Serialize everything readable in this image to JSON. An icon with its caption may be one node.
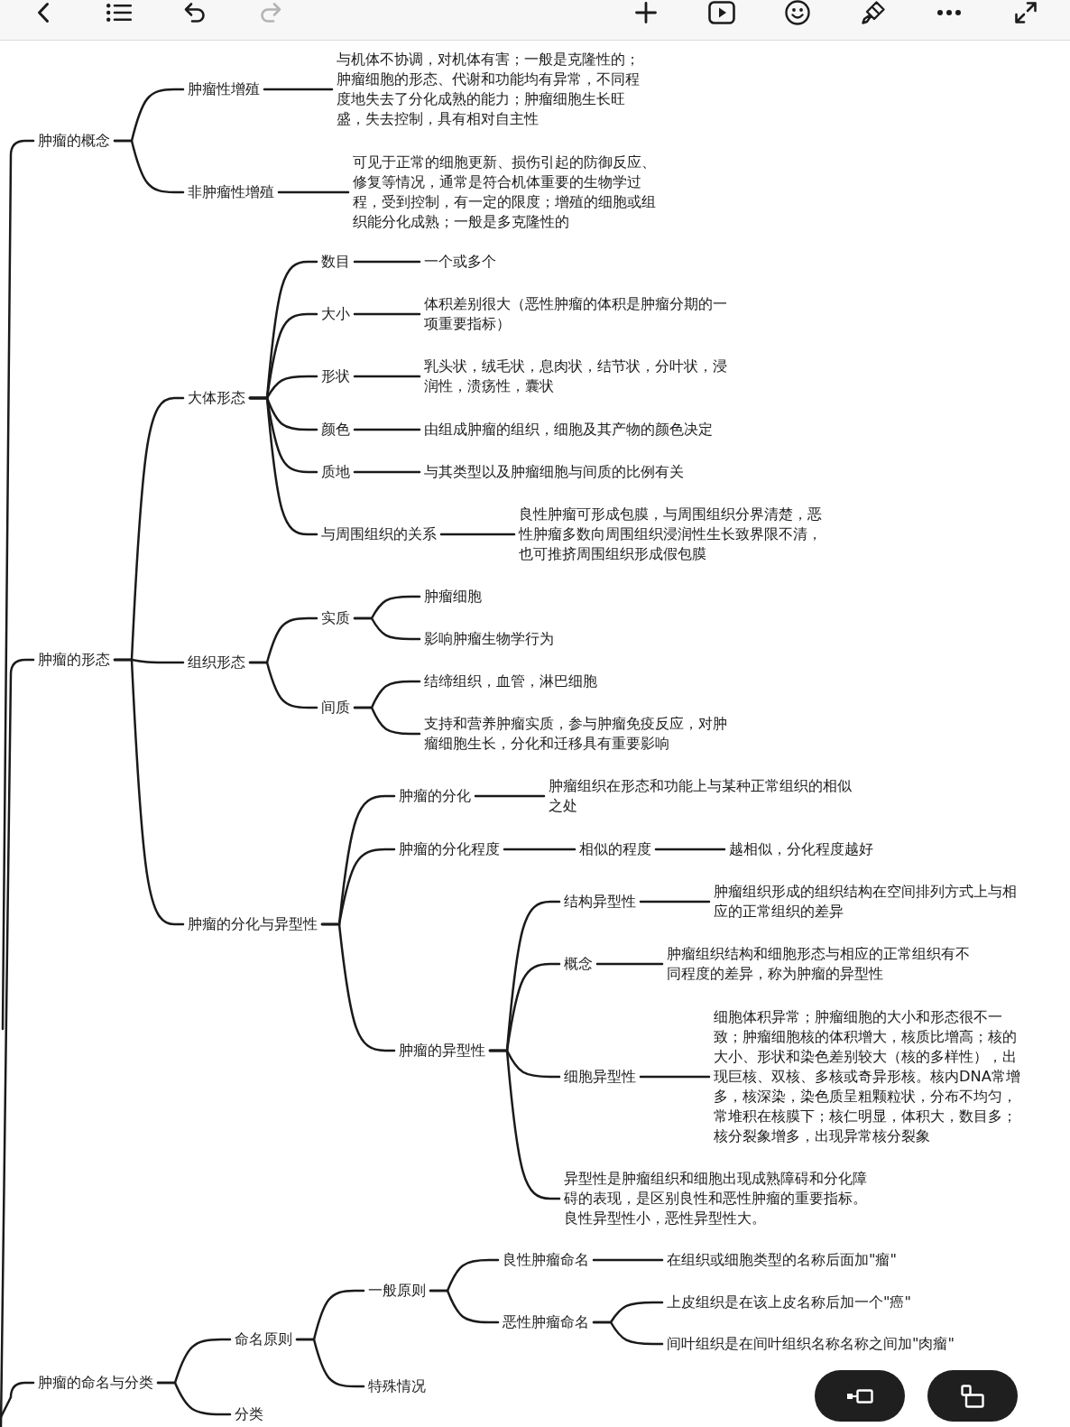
{
  "diagram": {
    "nodes": [
      {
        "text": [
          "肿瘤的概念"
        ]
      },
      {
        "text": [
          "肿瘤性增殖"
        ]
      },
      {
        "text": [
          "与机体不协调，对机体有害；一般是克隆性的；肿瘤细胞的形态、代谢和功能均有异常，不同程度地失去了分化成熟的能力；肿瘤细胞生长旺盛，失去控制，具有相对自主性"
        ]
      },
      {
        "text": [
          "非肿瘤性增殖"
        ]
      },
      {
        "text": [
          "可见于正常的细胞更新、损伤引起的防御反应、修复等情况，通常是符合机体重要的生物学过程，受到控制，有一定的限度；增殖的细胞或组织能分化成熟；一般是多克隆性的"
        ]
      },
      {
        "text": [
          "肿瘤的形态"
        ]
      },
      {
        "text": [
          "大体形态"
        ]
      },
      {
        "text": [
          "数目"
        ]
      },
      {
        "text": [
          "一个或多个"
        ]
      },
      {
        "text": [
          "大小"
        ]
      },
      {
        "text": [
          "体积差别很大（恶性肿瘤的体积是肿瘤分期的一项重要指标）"
        ]
      },
      {
        "text": [
          "形状"
        ]
      },
      {
        "text": [
          "乳头状，绒毛状，息肉状，结节状，分叶状，浸润性，溃疡性，囊状"
        ]
      },
      {
        "text": [
          "颜色"
        ]
      },
      {
        "text": [
          "由组成肿瘤的组织，细胞及其产物的颜色决定"
        ]
      },
      {
        "text": [
          "质地"
        ]
      },
      {
        "text": [
          "与其类型以及肿瘤细胞与间质的比例有关"
        ]
      },
      {
        "text": [
          "与周围组织的关系"
        ]
      },
      {
        "text": [
          "良性肿瘤可形成包膜，与周围组织分界清楚，恶性肿瘤多数向周围组织浸润性生长致界限不清，也可推挤周围组织形成假包膜"
        ]
      },
      {
        "text": [
          "组织形态"
        ]
      },
      {
        "text": [
          "实质"
        ]
      },
      {
        "text": [
          "肿瘤细胞"
        ]
      },
      {
        "text": [
          "影响肿瘤生物学行为"
        ]
      },
      {
        "text": [
          "间质"
        ]
      },
      {
        "text": [
          "结缔组织，血管，淋巴细胞"
        ]
      },
      {
        "text": [
          "支持和营养肿瘤实质，参与肿瘤免疫反应，对肿瘤细胞生长，分化和迁移具有重要影响"
        ]
      },
      {
        "text": [
          "肿瘤的分化与异型性"
        ]
      },
      {
        "text": [
          "肿瘤的分化"
        ]
      },
      {
        "text": [
          "肿瘤组织在形态和功能上与某种正常组织的相似之处"
        ]
      },
      {
        "text": [
          "肿瘤的分化程度"
        ]
      },
      {
        "text": [
          "相似的程度"
        ]
      },
      {
        "text": [
          "越相似，分化程度越好"
        ]
      },
      {
        "text": [
          "肿瘤的异型性"
        ]
      },
      {
        "text": [
          "结构异型性"
        ]
      },
      {
        "text": [
          "肿瘤组织形成的组织结构在空间排列方式上与相应的正常组织的差异"
        ]
      },
      {
        "text": [
          "概念"
        ]
      },
      {
        "text": [
          "肿瘤组织结构和细胞形态与相应的正常组织有不同程度的差异，称为肿瘤的异型性"
        ]
      },
      {
        "text": [
          "细胞异型性"
        ]
      },
      {
        "text": [
          "细胞体积异常；肿瘤细胞的大小和形态很不一致；肿瘤细胞核的体积增大，核质比增高；核的大小、形状和染色差别较大（核的多样性），出现巨核、双核、多核或奇异形核。核内DNA常增多，核深染，染色质呈粗颗粒状，分布不均匀，常堆积在核膜下；核仁明显，体积大，数目多；核分裂象增多，出现异常核分裂象"
        ]
      },
      {
        "text": [
          "异型性是肿瘤组织和细胞出现成熟障碍和分化障碍的表现，是区别良性和恶性肿瘤的重要指标。良性异型性小，恶性异型性大。"
        ]
      },
      {
        "text": [
          "肿瘤的命名与分类"
        ]
      },
      {
        "text": [
          "命名原则"
        ]
      },
      {
        "text": [
          "一般原则"
        ]
      },
      {
        "text": [
          "良性肿瘤命名"
        ]
      },
      {
        "text": [
          "在组织或细胞类型的名称后面加\"瘤\""
        ]
      },
      {
        "text": [
          "恶性肿瘤命名"
        ]
      },
      {
        "text": [
          "上皮组织是在该上皮名称后加一个\"癌\""
        ]
      },
      {
        "text": [
          "间叶组织是在间叶组织名称名称之间加\"肉瘤\""
        ]
      },
      {
        "text": [
          "特殊情况"
        ]
      },
      {
        "text": [
          "分类"
        ]
      }
    ],
    "edges": [
      {
        "from": null,
        "to": 0,
        "arrow": "none"
      },
      {
        "from": 0,
        "to": 1,
        "arrow": "none"
      },
      {
        "from": 1,
        "to": 2,
        "arrow": "none"
      },
      {
        "from": 0,
        "to": 3,
        "arrow": "none"
      },
      {
        "from": 3,
        "to": 4,
        "arrow": "none"
      },
      {
        "from": null,
        "to": 5,
        "arrow": "none"
      },
      {
        "from": 5,
        "to": 6,
        "arrow": "none"
      },
      {
        "from": 6,
        "to": 7,
        "arrow": "none"
      },
      {
        "from": 7,
        "to": 8,
        "arrow": "none"
      },
      {
        "from": 6,
        "to": 9,
        "arrow": "none"
      },
      {
        "from": 9,
        "to": 10,
        "arrow": "none"
      },
      {
        "from": 6,
        "to": 11,
        "arrow": "none"
      },
      {
        "from": 11,
        "to": 12,
        "arrow": "none"
      },
      {
        "from": 6,
        "to": 13,
        "arrow": "none"
      },
      {
        "from": 13,
        "to": 14,
        "arrow": "none"
      },
      {
        "from": 6,
        "to": 15,
        "arrow": "none"
      },
      {
        "from": 15,
        "to": 16,
        "arrow": "none"
      },
      {
        "from": 6,
        "to": 17,
        "arrow": "none"
      },
      {
        "from": 17,
        "to": 18,
        "arrow": "none"
      },
      {
        "from": 5,
        "to": 19,
        "arrow": "none"
      },
      {
        "from": 19,
        "to": 20,
        "arrow": "none"
      },
      {
        "from": 20,
        "to": 21,
        "arrow": "none"
      },
      {
        "from": 20,
        "to": 22,
        "arrow": "none"
      },
      {
        "from": 19,
        "to": 23,
        "arrow": "none"
      },
      {
        "from": 23,
        "to": 24,
        "arrow": "none"
      },
      {
        "from": 23,
        "to": 25,
        "arrow": "none"
      },
      {
        "from": 5,
        "to": 26,
        "arrow": "none"
      },
      {
        "from": 26,
        "to": 27,
        "arrow": "none"
      },
      {
        "from": 27,
        "to": 28,
        "arrow": "none"
      },
      {
        "from": 26,
        "to": 29,
        "arrow": "none"
      },
      {
        "from": 29,
        "to": 30,
        "arrow": "none"
      },
      {
        "from": 30,
        "to": 31,
        "arrow": "none"
      },
      {
        "from": 26,
        "to": 32,
        "arrow": "none"
      },
      {
        "from": 32,
        "to": 33,
        "arrow": "none"
      },
      {
        "from": 33,
        "to": 34,
        "arrow": "none"
      },
      {
        "from": 32,
        "to": 35,
        "arrow": "none"
      },
      {
        "from": 35,
        "to": 36,
        "arrow": "none"
      },
      {
        "from": 32,
        "to": 37,
        "arrow": "none"
      },
      {
        "from": 37,
        "to": 38,
        "arrow": "none"
      },
      {
        "from": 32,
        "to": 39,
        "arrow": "none"
      },
      {
        "from": null,
        "to": 40,
        "arrow": "none"
      },
      {
        "from": 40,
        "to": 41,
        "arrow": "none"
      },
      {
        "from": 41,
        "to": 42,
        "arrow": "none"
      },
      {
        "from": 42,
        "to": 43,
        "arrow": "none"
      },
      {
        "from": 43,
        "to": 44,
        "arrow": "none"
      },
      {
        "from": 42,
        "to": 45,
        "arrow": "none"
      },
      {
        "from": 45,
        "to": 46,
        "arrow": "none"
      },
      {
        "from": 45,
        "to": 47,
        "arrow": "none"
      },
      {
        "from": 41,
        "to": 48,
        "arrow": "none"
      },
      {
        "from": 40,
        "to": 49,
        "arrow": "none"
      }
    ]
  }
}
